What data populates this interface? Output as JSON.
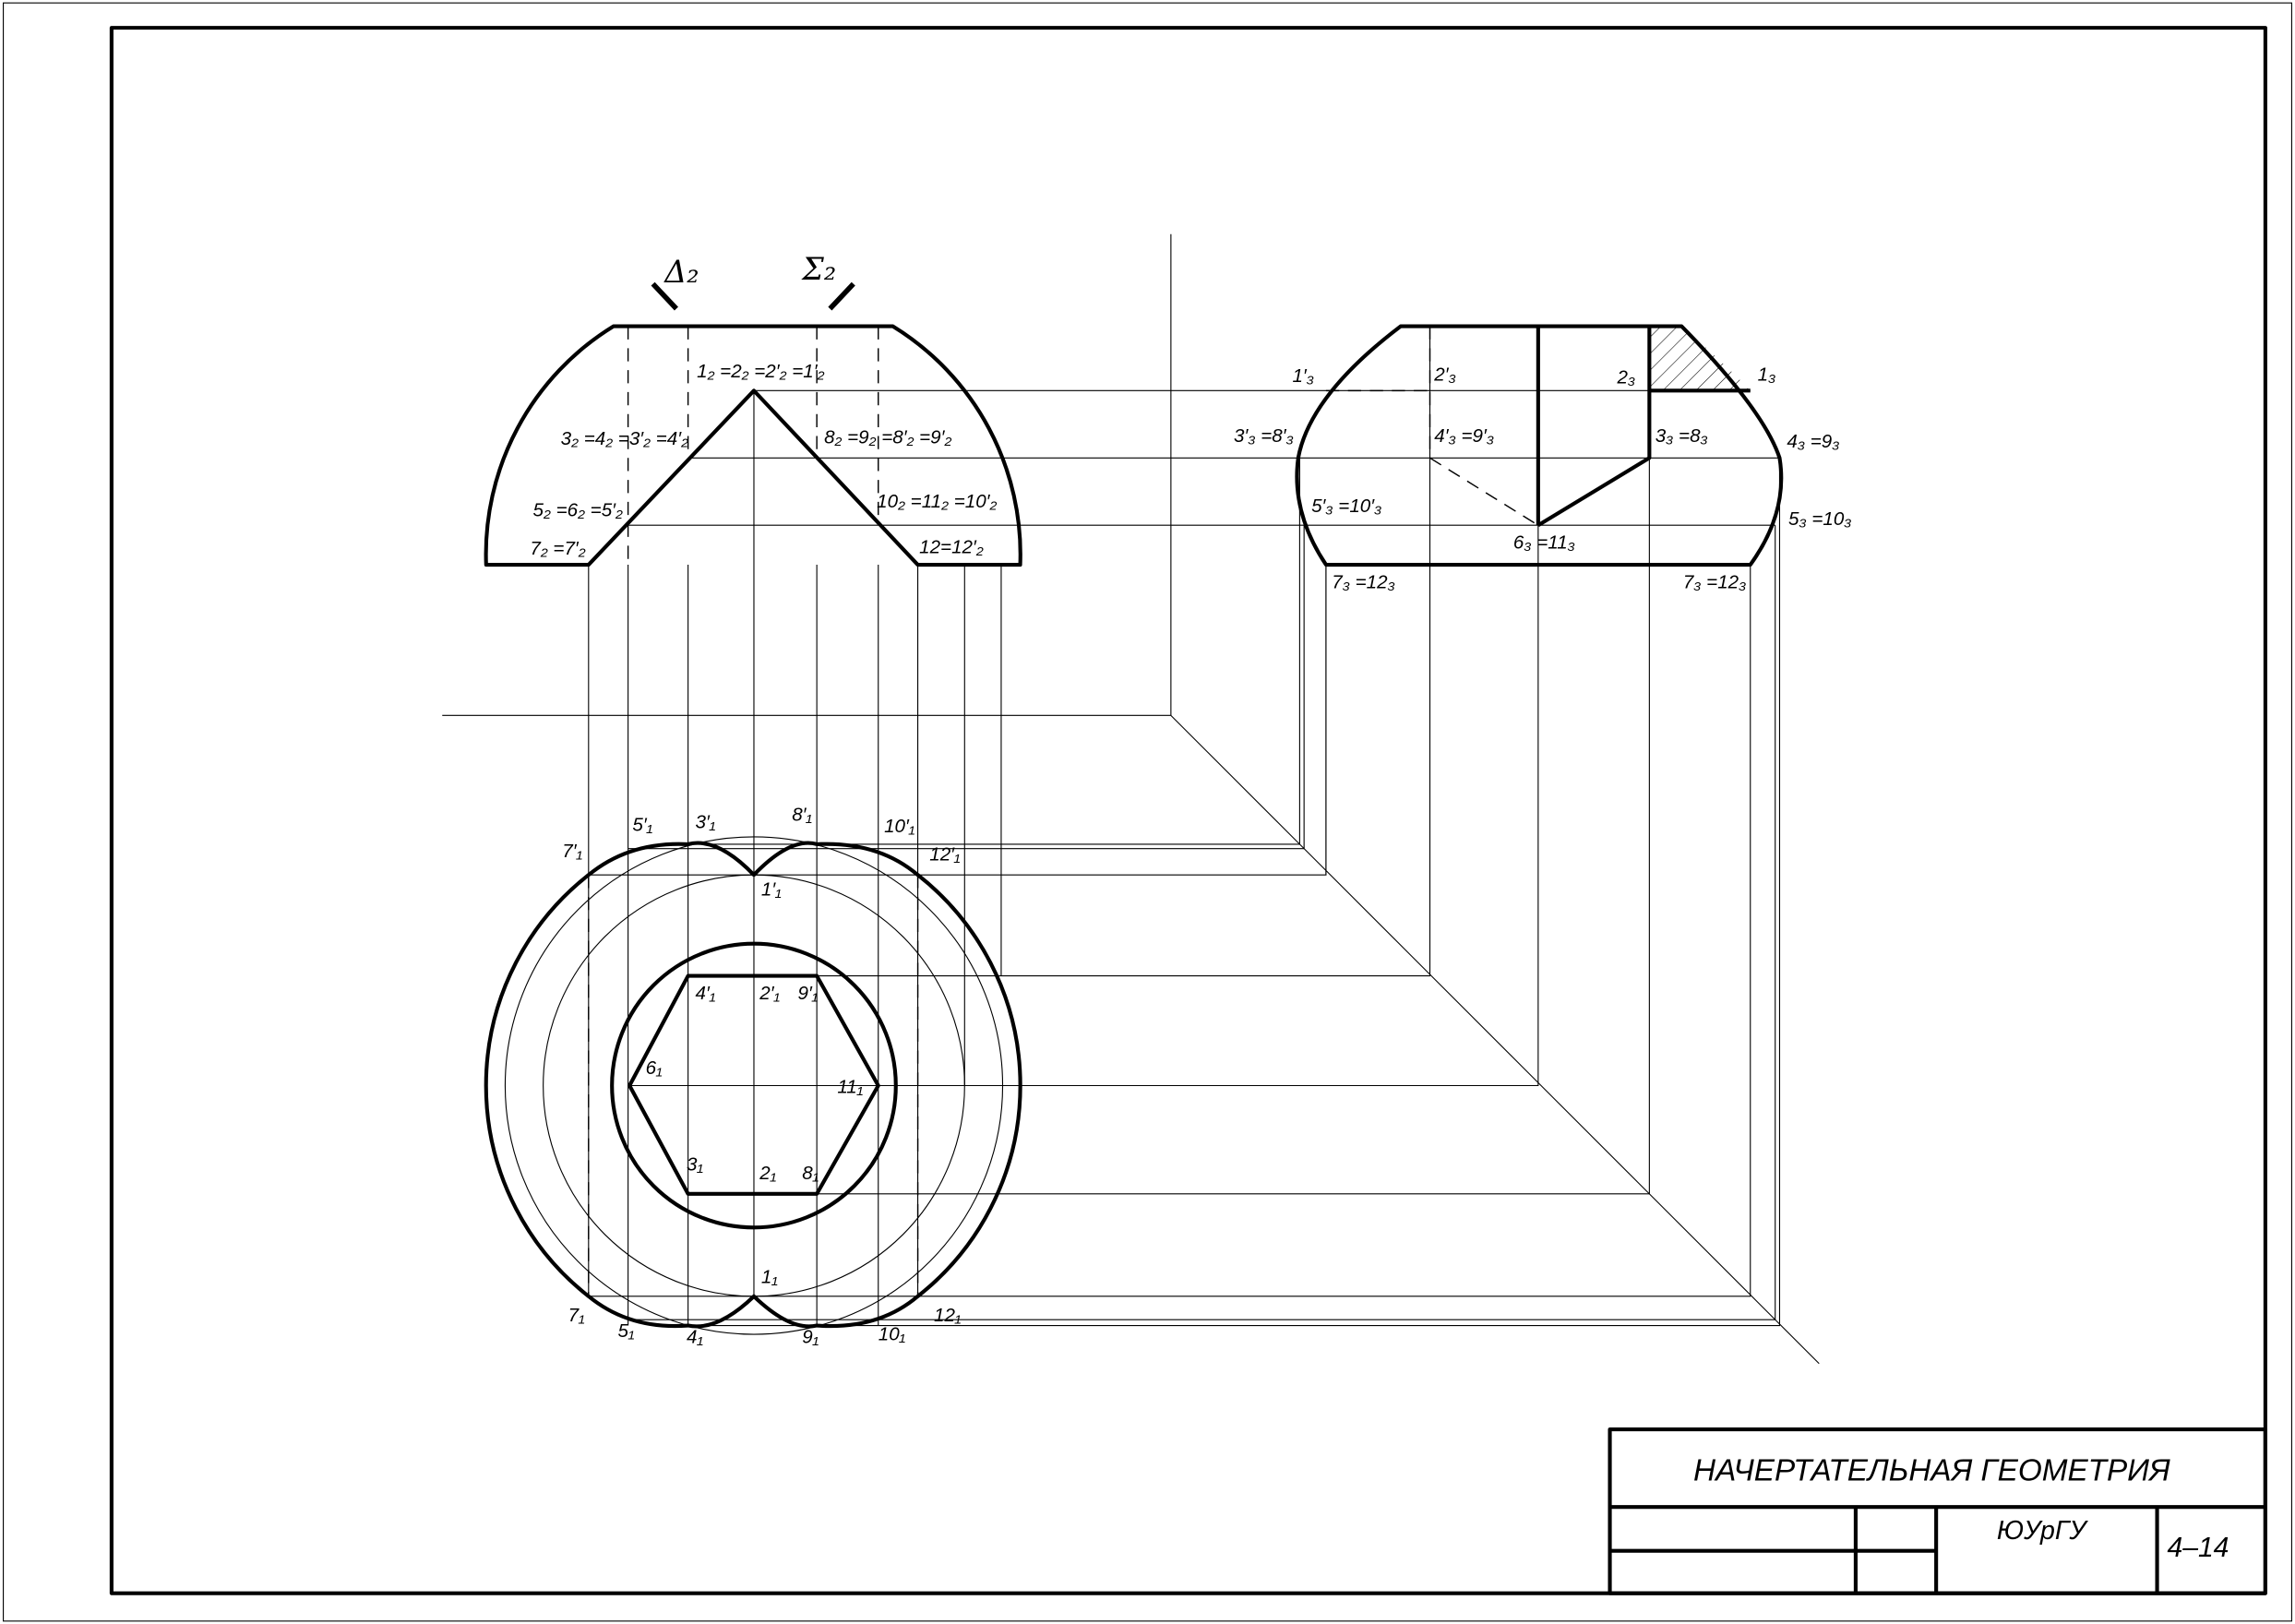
{
  "front_view": {
    "plane_delta": "Δ₂",
    "plane_sigma": "Σ₂",
    "labels": {
      "p1": "1₂ =2₂ =2′₂ =1′₂",
      "p3": "3₂ =4₂ =3′₂ =4′₂",
      "p8": "8₂ =9₂ =8′₂ =9′₂",
      "p5": "5₂ =6₂ =5′₂",
      "p10": "10₂ =11₂ =10′₂",
      "p7": "7₂ =7′₂",
      "p12": "12=12′₂"
    }
  },
  "side_view": {
    "labels": {
      "p1p": "1′₃",
      "p2p": "2′₃",
      "p2": "2₃",
      "p1": "1₃",
      "p3p": "3′₃ =8′₃",
      "p4p": "4′₃ =9′₃",
      "p3": "3₃ =8₃",
      "p4": "4₃ =9₃",
      "p5p": "5′₃ =10′₃",
      "p5": "5₃ =10₃",
      "p6": "6₃ =11₃",
      "p7a": "7₃ =12₃",
      "p7b": "7₃ =12₃"
    }
  },
  "top_view": {
    "labels": {
      "p7p": "7′₁",
      "p5p": "5′₁",
      "p3p": "3′₁",
      "p8p": "8′₁",
      "p10p": "10′₁",
      "p12p": "12′₁",
      "p1p": "1′₁",
      "p4p": "4′₁",
      "p2p": "2′₁",
      "p9p": "9′₁",
      "p6": "6₁",
      "p11": "11₁",
      "p3": "3₁",
      "p2": "2₁",
      "p8": "8₁",
      "p1": "1₁",
      "p7": "7₁",
      "p5": "5₁",
      "p4": "4₁",
      "p9": "9₁",
      "p10": "10₁",
      "p12": "12₁"
    }
  },
  "title_block": {
    "subject": "НАЧЕРТАТЕЛЬНАЯ ГЕОМЕТРИЯ",
    "organization": "ЮУрГУ",
    "sheet": "4–14"
  }
}
